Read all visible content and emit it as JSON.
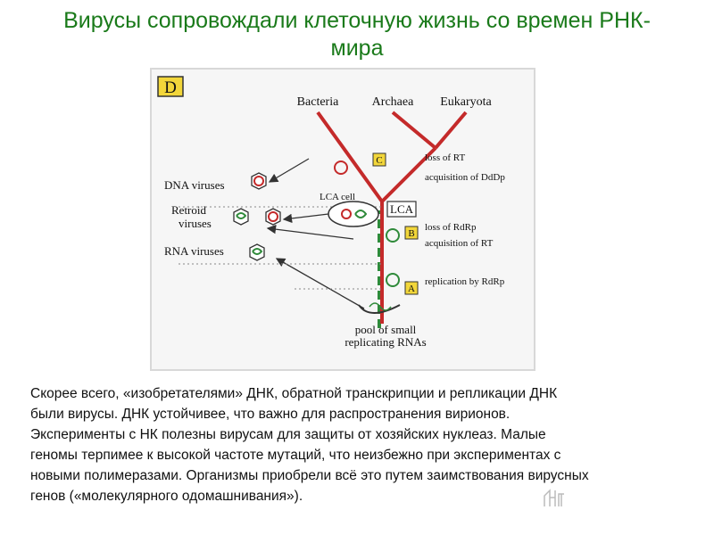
{
  "slide": {
    "title": "Вирусы сопровождали клеточную жизнь со времен РНК-мира",
    "title_line1": "Вирусы сопровождали клеточную жизнь со времен РНК-",
    "title_line2": "мира"
  },
  "figure": {
    "panel_label": "D",
    "domains": [
      "Bacteria",
      "Archaea",
      "Eukaryota"
    ],
    "viruses": [
      "DNA viruses",
      "Retroid",
      "viruses",
      "RNA viruses"
    ],
    "lca_cell": "LCA cell",
    "lca": "LCA",
    "stage_labels": [
      "C",
      "B",
      "A"
    ],
    "events": [
      "loss of RT",
      "acquisition of DdDp",
      "loss of RdRp",
      "acquisition of RT",
      "replication by RdRp"
    ],
    "pool": [
      "pool of small",
      "replicating RNAs"
    ],
    "colors": {
      "red": "#c42a2a",
      "green": "#2f8a3a",
      "stage_box": "#f2d63a"
    }
  },
  "caption": [
    "Скорее всего, «изобретателями» ДНК, обратной транскрипции и репликации ДНК",
    "были вирусы. ДНК устойчивее, что важно для распространения вирионов.",
    "Эксперименты с НК полезны вирусам для защиты от хозяйских нуклеаз. Малые",
    "геномы терпимее к высокой частоте мутаций, что неизбежно при экспериментах с",
    "новыми полимеразами. Организмы приобрели всё это путем заимствования вирусных",
    "генов («молекулярного одомашнивания»)."
  ]
}
